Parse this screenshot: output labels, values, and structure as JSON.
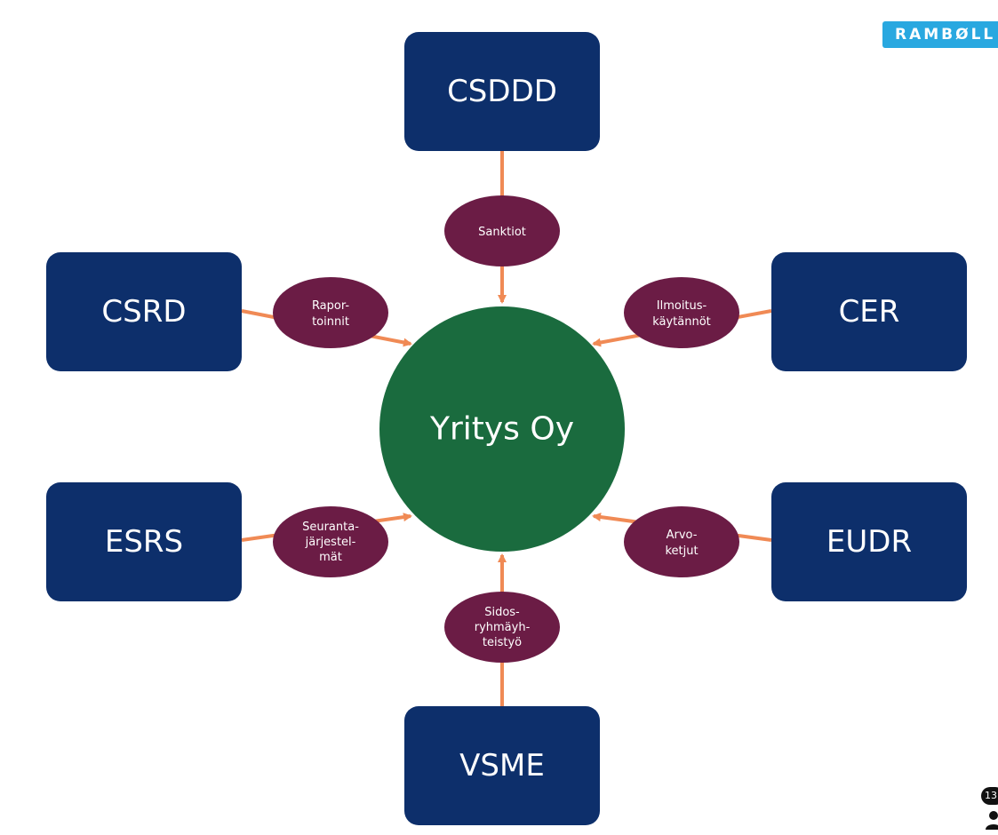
{
  "logo": {
    "text": "RAMBØLL",
    "color": "#29a8e0"
  },
  "colors": {
    "box": "#0d2f6b",
    "center": "#1a6b3e",
    "ellipse": "#6b1c45",
    "connector": "#f08a55"
  },
  "diagram": {
    "center": "Yritys Oy",
    "boxes": {
      "csddd": "CSDDD",
      "csrd": "CSRD",
      "cer": "CER",
      "esrs": "ESRS",
      "eudr": "EUDR",
      "vsme": "VSME"
    },
    "links": {
      "csddd": [
        "Sanktiot"
      ],
      "csrd": [
        "Rapor-",
        "toinnit"
      ],
      "cer": [
        "Ilmoitus-",
        "käytännöt"
      ],
      "esrs": [
        "Seuranta-",
        "järjestel-",
        "mät"
      ],
      "eudr": [
        "Arvo-",
        "ketjut"
      ],
      "vsme": [
        "Sidos-",
        "ryhmäyh-",
        "teistyö"
      ]
    }
  },
  "corner": {
    "badge": "13",
    "icon": "user-icon"
  }
}
